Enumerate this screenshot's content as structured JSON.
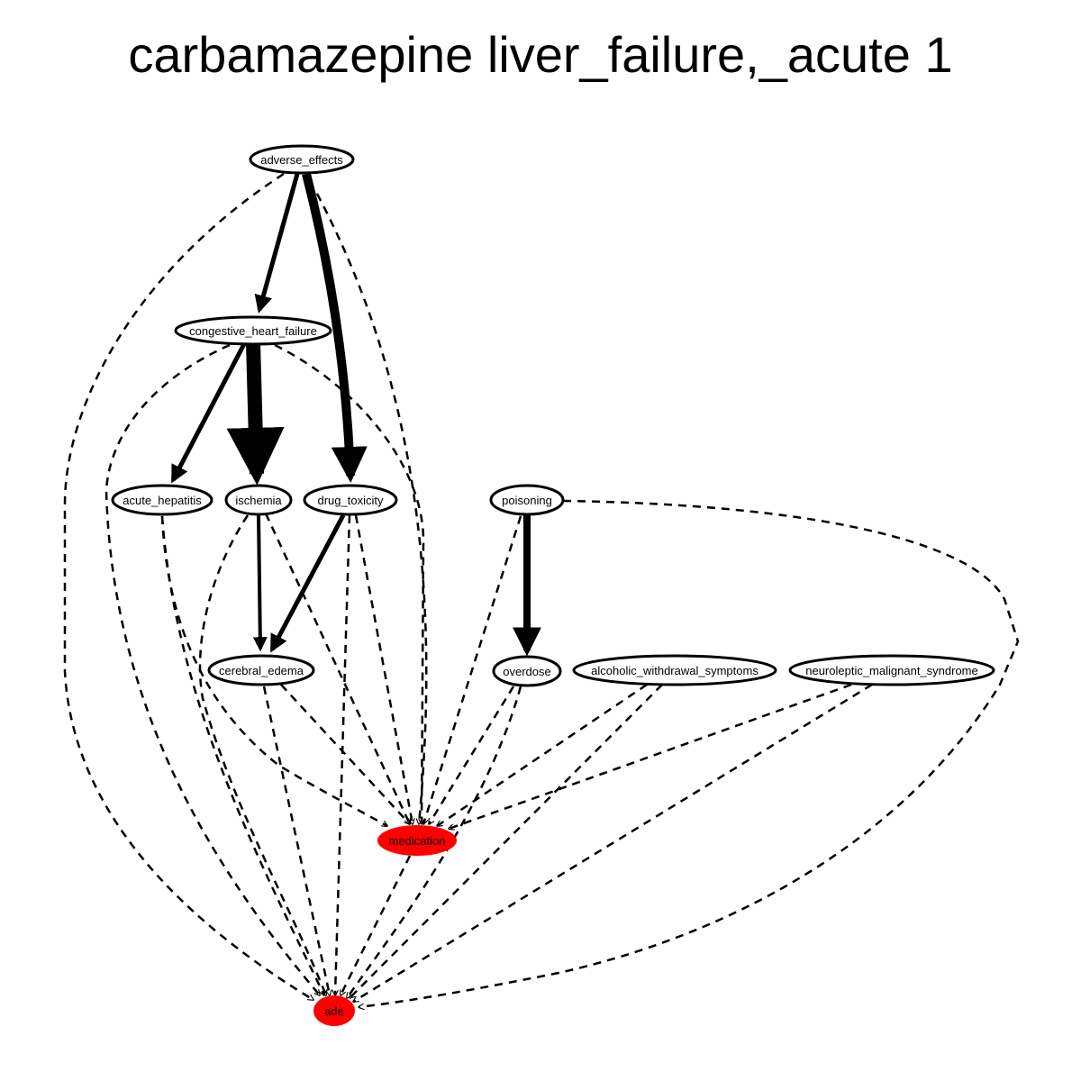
{
  "title": "carbamazepine liver_failure,_acute 1",
  "colors": {
    "highlight": "#ff0000",
    "default_fill": "#ffffff",
    "stroke": "#000000"
  },
  "nodes": {
    "adverse_effects": {
      "label": "adverse_effects",
      "highlight": false
    },
    "congestive_heart_failure": {
      "label": "congestive_heart_failure",
      "highlight": false
    },
    "acute_hepatitis": {
      "label": "acute_hepatitis",
      "highlight": false
    },
    "ischemia": {
      "label": "ischemia",
      "highlight": false
    },
    "drug_toxicity": {
      "label": "drug_toxicity",
      "highlight": false
    },
    "poisoning": {
      "label": "poisoning",
      "highlight": false
    },
    "cerebral_edema": {
      "label": "cerebral_edema",
      "highlight": false
    },
    "overdose": {
      "label": "overdose",
      "highlight": false
    },
    "alcoholic_withdrawal_symptoms": {
      "label": "alcoholic_withdrawal_symptoms",
      "highlight": false
    },
    "neuroleptic_malignant_syndrome": {
      "label": "neuroleptic_malignant_syndrome",
      "highlight": false
    },
    "medication": {
      "label": "medication",
      "highlight": true
    },
    "ade": {
      "label": "ade",
      "highlight": true
    }
  },
  "edges": [
    {
      "from": "adverse_effects",
      "to": "congestive_heart_failure",
      "style": "solid",
      "weight": "medium"
    },
    {
      "from": "adverse_effects",
      "to": "drug_toxicity",
      "style": "solid",
      "weight": "heavy"
    },
    {
      "from": "adverse_effects",
      "to": "medication",
      "style": "dashed",
      "weight": "light"
    },
    {
      "from": "adverse_effects",
      "to": "ade",
      "style": "dashed",
      "weight": "light"
    },
    {
      "from": "congestive_heart_failure",
      "to": "acute_hepatitis",
      "style": "solid",
      "weight": "medium"
    },
    {
      "from": "congestive_heart_failure",
      "to": "ischemia",
      "style": "solid",
      "weight": "heaviest"
    },
    {
      "from": "congestive_heart_failure",
      "to": "medication",
      "style": "dashed",
      "weight": "light"
    },
    {
      "from": "congestive_heart_failure",
      "to": "ade",
      "style": "dashed",
      "weight": "light"
    },
    {
      "from": "acute_hepatitis",
      "to": "medication",
      "style": "dashed",
      "weight": "light"
    },
    {
      "from": "acute_hepatitis",
      "to": "ade",
      "style": "dashed",
      "weight": "light"
    },
    {
      "from": "ischemia",
      "to": "cerebral_edema",
      "style": "solid",
      "weight": "medium"
    },
    {
      "from": "ischemia",
      "to": "medication",
      "style": "dashed",
      "weight": "light"
    },
    {
      "from": "ischemia",
      "to": "ade",
      "style": "dashed",
      "weight": "light"
    },
    {
      "from": "drug_toxicity",
      "to": "cerebral_edema",
      "style": "solid",
      "weight": "medium"
    },
    {
      "from": "drug_toxicity",
      "to": "medication",
      "style": "dashed",
      "weight": "light"
    },
    {
      "from": "drug_toxicity",
      "to": "ade",
      "style": "dashed",
      "weight": "light"
    },
    {
      "from": "poisoning",
      "to": "overdose",
      "style": "solid",
      "weight": "heavy"
    },
    {
      "from": "poisoning",
      "to": "medication",
      "style": "dashed",
      "weight": "light"
    },
    {
      "from": "poisoning",
      "to": "ade",
      "style": "dashed",
      "weight": "light"
    },
    {
      "from": "cerebral_edema",
      "to": "medication",
      "style": "dashed",
      "weight": "light"
    },
    {
      "from": "cerebral_edema",
      "to": "ade",
      "style": "dashed",
      "weight": "light"
    },
    {
      "from": "overdose",
      "to": "medication",
      "style": "dashed",
      "weight": "light"
    },
    {
      "from": "overdose",
      "to": "ade",
      "style": "dashed",
      "weight": "light"
    },
    {
      "from": "alcoholic_withdrawal_symptoms",
      "to": "medication",
      "style": "dashed",
      "weight": "light"
    },
    {
      "from": "alcoholic_withdrawal_symptoms",
      "to": "ade",
      "style": "dashed",
      "weight": "light"
    },
    {
      "from": "neuroleptic_malignant_syndrome",
      "to": "medication",
      "style": "dashed",
      "weight": "light"
    },
    {
      "from": "neuroleptic_malignant_syndrome",
      "to": "ade",
      "style": "dashed",
      "weight": "light"
    },
    {
      "from": "medication",
      "to": "ade",
      "style": "dashed",
      "weight": "light"
    }
  ]
}
